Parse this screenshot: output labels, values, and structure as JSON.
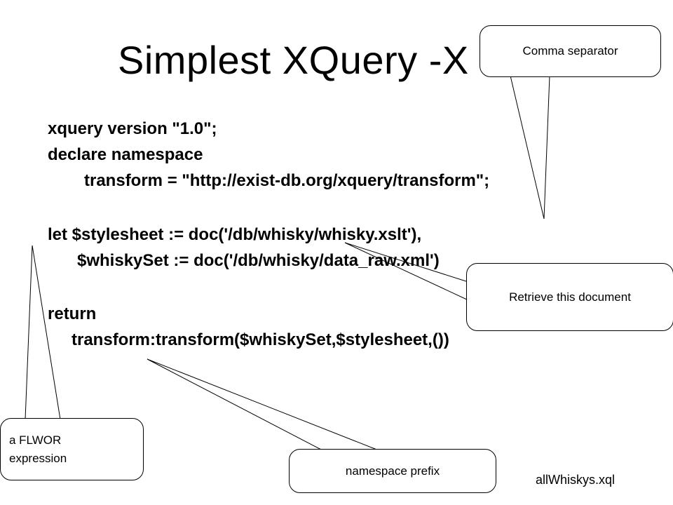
{
  "slide": {
    "title": "Simplest XQuery -X",
    "code_lines": [
      "xquery version \"1.0\";",
      "declare namespace",
      "transform = \"http://exist-db.org/xquery/transform\";",
      "let $stylesheet := doc('/db/whisky/whisky.xslt'),",
      "$whiskySet := doc('/db/whisky/data_raw.xml')",
      "return",
      "transform:transform($whiskySet,$stylesheet,())"
    ],
    "callouts": {
      "comma_separator": "Comma separator",
      "retrieve_document": "Retrieve this document",
      "namespace_prefix": "namespace prefix",
      "flwor_line1": "a FLWOR",
      "flwor_line2": "expression"
    },
    "file_name": "allWhiskys.xql"
  }
}
